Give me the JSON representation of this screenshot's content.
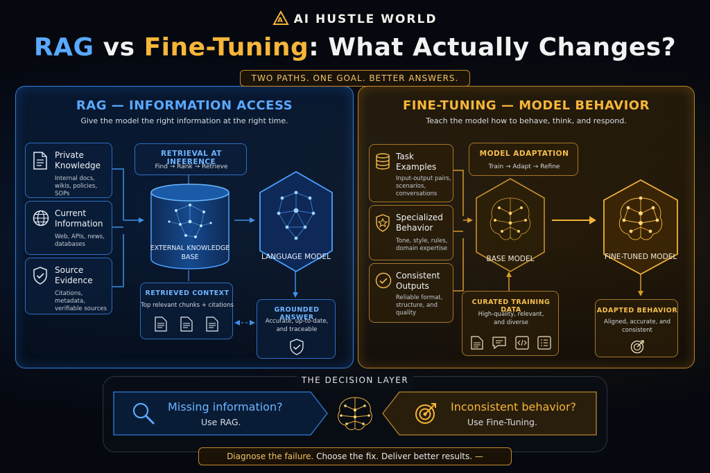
{
  "brand": {
    "name": "AI HUSTLE WORLD"
  },
  "title": {
    "part1": "RAG",
    "part2": "vs",
    "part3": "Fine-Tuning",
    "part4": ": What Actually Changes?"
  },
  "tagline": "TWO PATHS. ONE GOAL. BETTER ANSWERS.",
  "rag": {
    "heading": "RAG — INFORMATION ACCESS",
    "subtitle": "Give the model the right information at the right time.",
    "sources": [
      {
        "title": "Private Knowledge",
        "desc": "Internal docs, wikis, policies, SOPs",
        "icon": "document-icon"
      },
      {
        "title": "Current Information",
        "desc": "Web, APIs, news, databases",
        "icon": "globe-icon"
      },
      {
        "title": "Source Evidence",
        "desc": "Citations, metadata, verifiable sources",
        "icon": "shield-check-icon"
      }
    ],
    "retrieval": {
      "label": "RETRIEVAL AT INFERENCE",
      "steps": "Find → Rank → Retrieve"
    },
    "kb": {
      "label": "EXTERNAL KNOWLEDGE BASE"
    },
    "model": {
      "label": "LANGUAGE MODEL"
    },
    "context": {
      "label": "RETRIEVED CONTEXT",
      "desc": "Top relevant chunks + citations"
    },
    "answer": {
      "label": "GROUNDED ANSWER",
      "desc": "Accurate, up-to-date, and traceable"
    }
  },
  "ft": {
    "heading": "FINE-TUNING — MODEL BEHAVIOR",
    "subtitle": "Teach the model how to behave, think, and respond.",
    "sources": [
      {
        "title": "Task Examples",
        "desc": "Input-output pairs, scenarios, conversations",
        "icon": "database-icon"
      },
      {
        "title": "Specialized Behavior",
        "desc": "Tone, style, rules, domain expertise",
        "icon": "star-shield-icon"
      },
      {
        "title": "Consistent Outputs",
        "desc": "Reliable format, structure, and quality",
        "icon": "check-circle-icon"
      }
    ],
    "adaptation": {
      "label": "MODEL ADAPTATION",
      "steps": "Train → Adapt → Refine"
    },
    "base": {
      "label": "BASE MODEL"
    },
    "tuned": {
      "label": "FINE-TUNED MODEL"
    },
    "training": {
      "label": "CURATED TRAINING DATA",
      "desc": "High-quality, relevant, and diverse"
    },
    "behavior": {
      "label": "ADAPTED BEHAVIOR",
      "desc": "Aligned, accurate, and consistent"
    }
  },
  "decision": {
    "title": "THE DECISION LAYER",
    "left_q": "Missing information?",
    "left_a": "Use RAG.",
    "right_q": "Inconsistent behavior?",
    "right_a": "Use Fine-Tuning."
  },
  "footer": {
    "part1": "Diagnose the failure.",
    "part2": "Choose the fix.",
    "part3": "Deliver better results.",
    "tail": "—"
  },
  "colors": {
    "rag_accent": "#5aa9ff",
    "ft_accent": "#f6b63a",
    "background": "#05080f"
  }
}
